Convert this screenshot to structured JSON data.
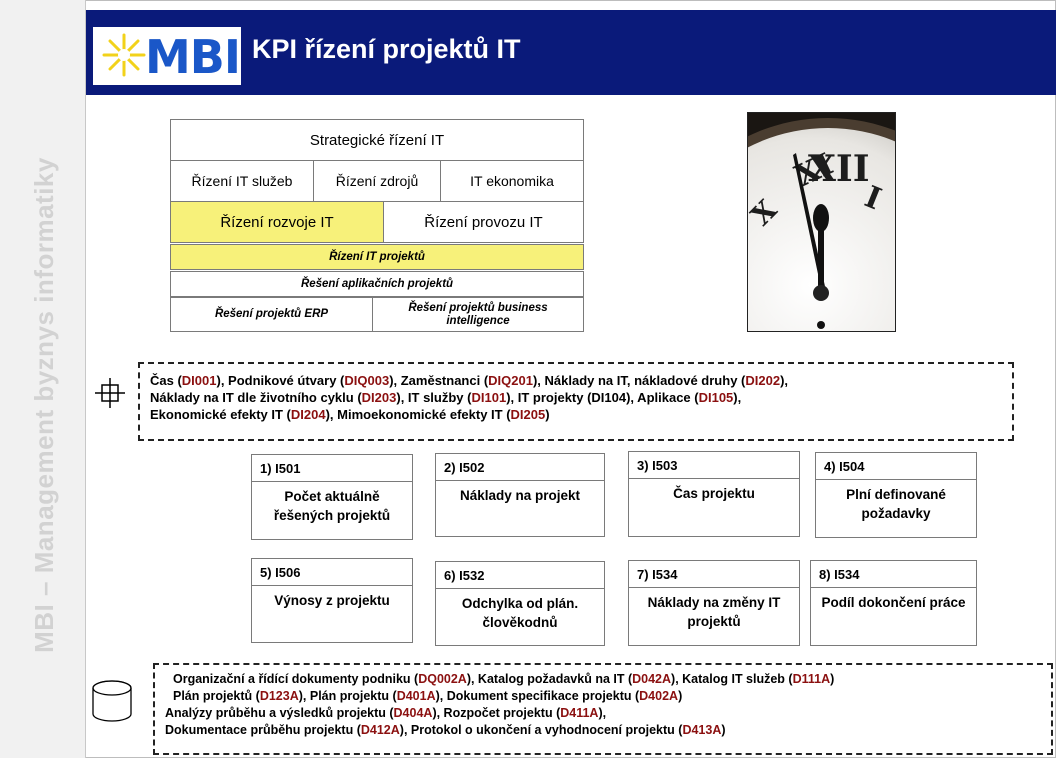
{
  "sidebar": {
    "vertical_text": "MBI – Management byznys informatiky"
  },
  "header": {
    "logo_text": "MBI",
    "title": "KPI řízení projektů IT"
  },
  "hierarchy": {
    "strategic": "Strategické řízení IT",
    "services": "Řízení IT služeb",
    "resources": "Řízení  zdrojů",
    "economics": "IT ekonomika",
    "development": "Řízení rozvoje IT",
    "operations": "Řízení provozu IT",
    "projects": "Řízení IT projektů",
    "app_projects": "Řešení aplikačních projektů",
    "erp": "Řešení projektů ERP",
    "bi": "Řešení projektů business intelligence"
  },
  "dimensions": {
    "line1": [
      {
        "t": "Čas ("
      },
      {
        "c": "DI001"
      },
      {
        "t": "), Podnikové útvary ("
      },
      {
        "c": "DIQ003"
      },
      {
        "t": "), Zaměstnanci  ("
      },
      {
        "c": "DIQ201"
      },
      {
        "t": "), Náklady na IT, nákladové druhy ("
      },
      {
        "c": "DI202"
      },
      {
        "t": "),"
      }
    ],
    "line2": [
      {
        "t": "Náklady na IT dle životního cyklu ("
      },
      {
        "c": "DI203"
      },
      {
        "t": "), IT služby ("
      },
      {
        "c": "DI101"
      },
      {
        "t": "), IT projekty (DI104), Aplikace ("
      },
      {
        "c": "DI105"
      },
      {
        "t": "),"
      }
    ],
    "line3": [
      {
        "t": "Ekonomické efekty IT ("
      },
      {
        "c": "DI204"
      },
      {
        "t": "), Mimoekonomické efekty IT ("
      },
      {
        "c": "DI205"
      },
      {
        "t": ")"
      }
    ]
  },
  "kpis": [
    {
      "id": "1) I501",
      "label": "Počet aktuálně řešených projektů"
    },
    {
      "id": "2) I502",
      "label": "Náklady na projekt"
    },
    {
      "id": "3) I503",
      "label": "Čas projektu"
    },
    {
      "id": "4) I504",
      "label": "Plní definované požadavky"
    },
    {
      "id": "5) I506",
      "label": "Výnosy  z projektu"
    },
    {
      "id": "6) I532",
      "label": "Odchylka od plán. člověkodnů"
    },
    {
      "id": "7) I534",
      "label": "Náklady na změny IT projektů"
    },
    {
      "id": "8) I534",
      "label": "Podíl dokončení práce"
    }
  ],
  "documents": {
    "line1": [
      {
        "t": "Organizační a řídící dokumenty podniku ("
      },
      {
        "c": "DQ002A"
      },
      {
        "t": "), Katalog požadavků na IT ("
      },
      {
        "c": "D042A"
      },
      {
        "t": "),  Katalog IT služeb ("
      },
      {
        "c": "D111A"
      },
      {
        "t": ")"
      }
    ],
    "line2": [
      {
        "t": "Plán projektů ("
      },
      {
        "c": "D123A"
      },
      {
        "t": "),  Plán projektu ("
      },
      {
        "c": "D401A"
      },
      {
        "t": "),  Dokument specifikace projektu ("
      },
      {
        "c": "D402A"
      },
      {
        "t": ")"
      }
    ],
    "line3": [
      {
        "t": "Analýzy  průběhu a výsledků projektu ("
      },
      {
        "c": "D404A"
      },
      {
        "t": "),  Rozpočet projektu ("
      },
      {
        "c": "D411A"
      },
      {
        "t": "),"
      }
    ],
    "line4": [
      {
        "t": "Dokumentace průběhu projektu ("
      },
      {
        "c": "D412A"
      },
      {
        "t": "),  Protokol o ukončení a vyhodnocení projektu ("
      },
      {
        "c": "D413A"
      },
      {
        "t": ")"
      }
    ]
  },
  "colors": {
    "header_bg": "#0a1a7a",
    "highlight_yellow": "#f7f17a",
    "code_red": "#8b1010",
    "logo_blue": "#1a57c8",
    "star_yellow": "#f2d21a"
  }
}
